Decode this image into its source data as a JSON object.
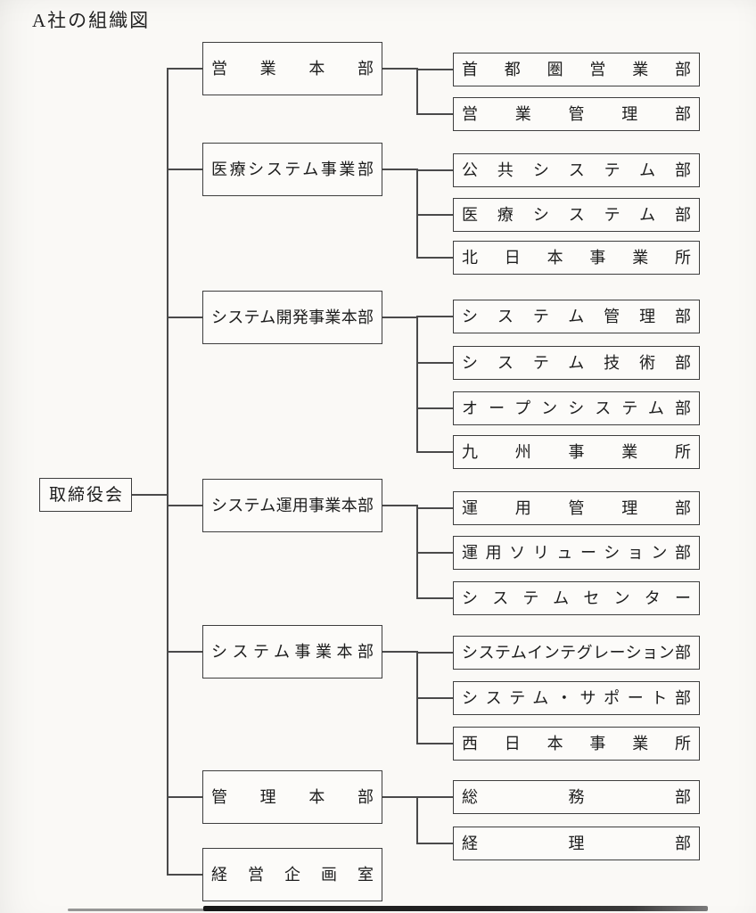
{
  "title": "A社の組織図",
  "root_label": "取締役会",
  "groups": [
    {
      "label": "営業本部",
      "children": [
        "首都圏営業部",
        "営業管理部"
      ]
    },
    {
      "label": "医療システム事業部",
      "children": [
        "公共システム部",
        "医療システム部",
        "北日本事業所"
      ]
    },
    {
      "label": "システム開発事業本部",
      "children": [
        "システム管理部",
        "システム技術部",
        "オープンシステム部",
        "九州事業所"
      ]
    },
    {
      "label": "システム運用事業本部",
      "children": [
        "運用管理部",
        "運用ソリューション部",
        "システムセンター"
      ]
    },
    {
      "label": "システム事業本部",
      "children": [
        "システムインテグレーション部",
        "システム・サポート部",
        "西日本事業所"
      ]
    },
    {
      "label": "管理本部",
      "children": [
        "総務部",
        "経理部"
      ]
    },
    {
      "label": "経営企画室",
      "children": []
    }
  ],
  "colors": {
    "background": "#faf9f6",
    "line": "#4a4a4a",
    "box_border": "#3e3e3e",
    "text": "#1d1d1d"
  }
}
